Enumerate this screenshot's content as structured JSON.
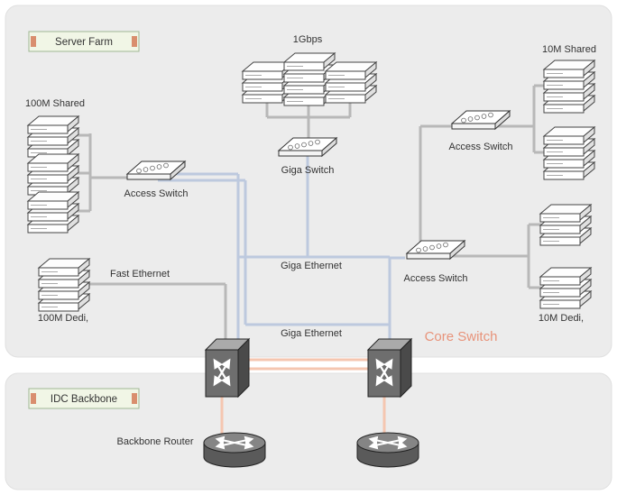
{
  "panels": {
    "server_farm": {
      "label": "Server Farm"
    },
    "idc_backbone": {
      "label": "IDC Backbone"
    }
  },
  "nodes": {
    "servers_100m_shared": {
      "label": "100M Shared"
    },
    "servers_1gbps": {
      "label": "1Gbps"
    },
    "servers_10m_shared": {
      "label": "10M Shared"
    },
    "servers_100m_dedi": {
      "label": "100M Dedi,"
    },
    "servers_10m_dedi": {
      "label": "10M Dedi,"
    },
    "access_switch_left": {
      "label": "Access Switch"
    },
    "giga_switch": {
      "label": "Giga Switch"
    },
    "access_switch_right_top": {
      "label": "Access Switch"
    },
    "access_switch_right_bottom": {
      "label": "Access Switch"
    },
    "core_switch": {
      "label": "Core Switch"
    },
    "backbone_router": {
      "label": "Backbone Router"
    }
  },
  "links": {
    "fast_ethernet": {
      "label": "Fast Ethernet"
    },
    "giga_ethernet_upper": {
      "label": "Giga Ethernet"
    },
    "giga_ethernet_lower": {
      "label": "Giga Ethernet"
    }
  },
  "colors": {
    "panel_bg": "#ececec",
    "line_gray": "#b8b8b8",
    "line_blue": "#bdc9de",
    "line_salmon": "#f5c6b0",
    "label_box_bg": "#f1f6e6",
    "label_box_border": "#9fb795",
    "label_box_accent": "#d98e6e",
    "text": "#333333",
    "core_switch_label": "#e8937a"
  }
}
